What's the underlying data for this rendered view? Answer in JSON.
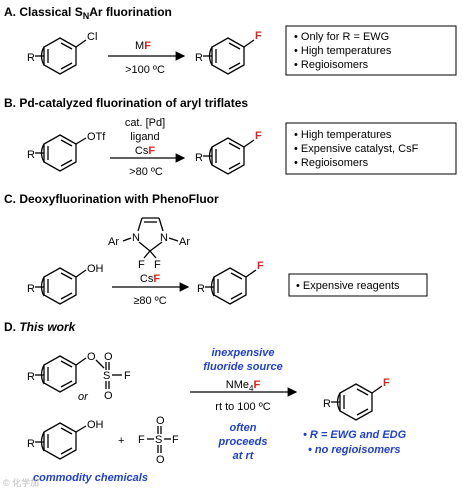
{
  "sections": {
    "a": {
      "header_prefix": "A. Classical S",
      "header_sub": "N",
      "header_suffix": "Ar fluorination",
      "reagent_metal": "M",
      "reagent_f": "F",
      "condition": ">100 ºC",
      "substrate_group": "Cl",
      "r_label": "R",
      "product_f": "F",
      "bullets": [
        "• Only for R = EWG",
        "• High temperatures",
        "• Regioisomers"
      ]
    },
    "b": {
      "header": "B. Pd-catalyzed fluorination of aryl triflates",
      "reagent1": "cat. [Pd]",
      "reagent2": "ligand",
      "reagent3_cs": "Cs",
      "reagent3_f": "F",
      "condition": ">80 ºC",
      "substrate_group": "OTf",
      "r_label": "R",
      "product_f": "F",
      "bullets": [
        "• High temperatures",
        "• Expensive catalyst, CsF",
        "• Regioisomers"
      ]
    },
    "c": {
      "header": "C. Deoxyfluorination with PhenoFluor",
      "reagent_ar_left": "Ar",
      "reagent_n_left": "N",
      "reagent_n_right": "N",
      "reagent_ar_right": "Ar",
      "reagent_f1": "F",
      "reagent_f2": "F",
      "reagent_cs": "Cs",
      "reagent_f": "F",
      "condition": "≥80 ºC",
      "substrate_group": "OH",
      "r_label": "R",
      "product_f": "F",
      "bullets": [
        "• Expensive reagents"
      ]
    },
    "d": {
      "header_prefix": "D. ",
      "header_italic": "This work",
      "sulfonyl_o": "O",
      "sulfonyl_s": "S",
      "sulfonyl_f": "F",
      "sulfonyl_o_top": "O",
      "sulfonyl_o_bottom": "O",
      "or": "or",
      "phenol_group": "OH",
      "plus": "+",
      "so2f2_f_left": "F",
      "so2f2_s": "S",
      "so2f2_f_right": "F",
      "so2f2_o_top": "O",
      "so2f2_o_bottom": "O",
      "r_label": "R",
      "blue_top1": "inexpensive",
      "blue_top2": "fluoride source",
      "reagent_nme": "NMe",
      "reagent_sub": "4",
      "reagent_f": "F",
      "condition": "rt to 100 ºC",
      "blue_bottom1": "often",
      "blue_bottom2": "proceeds",
      "blue_bottom3": "at rt",
      "product_f": "F",
      "result1": "• R = EWG and EDG",
      "result2": "• no regioisomers",
      "footer": "commodity chemicals"
    }
  },
  "watermark": "© 化学加"
}
